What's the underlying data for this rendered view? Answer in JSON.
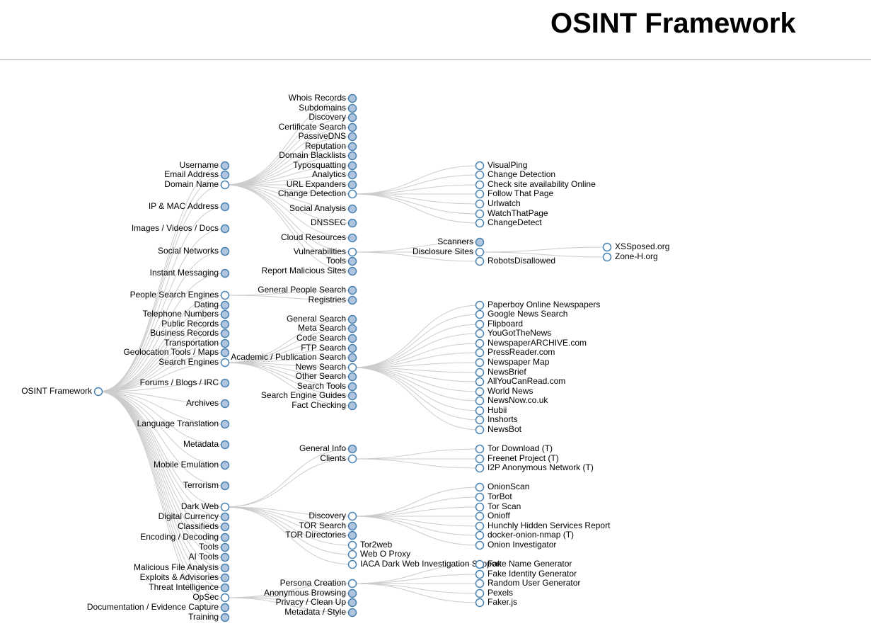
{
  "header": {
    "title": "OSINT Framework"
  },
  "colors": {
    "collapsed_fill": "#b0c4de",
    "expanded_fill": "#ffffff",
    "stroke": "#4682b4",
    "link": "#cccccc"
  },
  "tree": {
    "name": "OSINT Framework",
    "children": [
      {
        "name": "Username",
        "collapsed": true
      },
      {
        "name": "Email Address",
        "collapsed": true
      },
      {
        "name": "Domain Name",
        "children": [
          {
            "name": "Whois Records",
            "collapsed": true
          },
          {
            "name": "Subdomains",
            "collapsed": true
          },
          {
            "name": "Discovery",
            "collapsed": true
          },
          {
            "name": "Certificate Search",
            "collapsed": true
          },
          {
            "name": "PassiveDNS",
            "collapsed": true
          },
          {
            "name": "Reputation",
            "collapsed": true
          },
          {
            "name": "Domain Blacklists",
            "collapsed": true
          },
          {
            "name": "Typosquatting",
            "collapsed": true
          },
          {
            "name": "Analytics",
            "collapsed": true
          },
          {
            "name": "URL Expanders",
            "collapsed": true
          },
          {
            "name": "Change Detection",
            "children": [
              {
                "name": "VisualPing"
              },
              {
                "name": "Change Detection"
              },
              {
                "name": "Check site availability Online"
              },
              {
                "name": "Follow That Page"
              },
              {
                "name": "Urlwatch"
              },
              {
                "name": "WatchThatPage"
              },
              {
                "name": "ChangeDetect"
              }
            ]
          },
          {
            "name": "Social Analysis",
            "collapsed": true
          },
          {
            "name": "DNSSEC",
            "collapsed": true
          },
          {
            "name": "Cloud Resources",
            "collapsed": true
          },
          {
            "name": "Vulnerabilities",
            "children": [
              {
                "name": "Scanners",
                "collapsed": true
              },
              {
                "name": "Disclosure Sites",
                "children": [
                  {
                    "name": "XSSposed.org"
                  },
                  {
                    "name": "Zone-H.org"
                  }
                ]
              },
              {
                "name": "RobotsDisallowed"
              }
            ]
          },
          {
            "name": "Tools",
            "collapsed": true
          },
          {
            "name": "Report Malicious Sites",
            "collapsed": true
          }
        ]
      },
      {
        "name": "IP & MAC Address",
        "collapsed": true
      },
      {
        "name": "Images / Videos / Docs",
        "collapsed": true
      },
      {
        "name": "Social Networks",
        "collapsed": true
      },
      {
        "name": "Instant Messaging",
        "collapsed": true
      },
      {
        "name": "People Search Engines",
        "children": [
          {
            "name": "General People Search",
            "collapsed": true
          },
          {
            "name": "Registries",
            "collapsed": true
          }
        ]
      },
      {
        "name": "Dating",
        "collapsed": true
      },
      {
        "name": "Telephone Numbers",
        "collapsed": true
      },
      {
        "name": "Public Records",
        "collapsed": true
      },
      {
        "name": "Business Records",
        "collapsed": true
      },
      {
        "name": "Transportation",
        "collapsed": true
      },
      {
        "name": "Geolocation Tools / Maps",
        "collapsed": true
      },
      {
        "name": "Search Engines",
        "children": [
          {
            "name": "General Search",
            "collapsed": true
          },
          {
            "name": "Meta Search",
            "collapsed": true
          },
          {
            "name": "Code Search",
            "collapsed": true
          },
          {
            "name": "FTP Search",
            "collapsed": true
          },
          {
            "name": "Academic / Publication Search",
            "collapsed": true
          },
          {
            "name": "News Search",
            "children": [
              {
                "name": "Paperboy Online Newspapers"
              },
              {
                "name": "Google News Search"
              },
              {
                "name": "Flipboard"
              },
              {
                "name": "YouGotTheNews"
              },
              {
                "name": "NewspaperARCHIVE.com"
              },
              {
                "name": "PressReader.com"
              },
              {
                "name": "Newspaper Map"
              },
              {
                "name": "NewsBrief"
              },
              {
                "name": "AllYouCanRead.com"
              },
              {
                "name": "World News"
              },
              {
                "name": "NewsNow.co.uk"
              },
              {
                "name": "Hubii"
              },
              {
                "name": "Inshorts"
              },
              {
                "name": "NewsBot"
              }
            ]
          },
          {
            "name": "Other Search",
            "collapsed": true
          },
          {
            "name": "Search Tools",
            "collapsed": true
          },
          {
            "name": "Search Engine Guides",
            "collapsed": true
          },
          {
            "name": "Fact Checking",
            "collapsed": true
          }
        ]
      },
      {
        "name": "Forums / Blogs / IRC",
        "collapsed": true
      },
      {
        "name": "Archives",
        "collapsed": true
      },
      {
        "name": "Language Translation",
        "collapsed": true
      },
      {
        "name": "Metadata",
        "collapsed": true
      },
      {
        "name": "Mobile Emulation",
        "collapsed": true
      },
      {
        "name": "Terrorism",
        "collapsed": true
      },
      {
        "name": "Dark Web",
        "children": [
          {
            "name": "General Info",
            "collapsed": true
          },
          {
            "name": "Clients",
            "children": [
              {
                "name": "Tor Download (T)"
              },
              {
                "name": "Freenet Project (T)"
              },
              {
                "name": "I2P Anonymous Network (T)"
              }
            ]
          },
          {
            "name": "Discovery",
            "children": [
              {
                "name": "OnionScan"
              },
              {
                "name": "TorBot"
              },
              {
                "name": "Tor Scan"
              },
              {
                "name": "Onioff"
              },
              {
                "name": "Hunchly Hidden Services Report"
              },
              {
                "name": "docker-onion-nmap (T)"
              },
              {
                "name": "Onion Investigator"
              }
            ]
          },
          {
            "name": "TOR Search",
            "collapsed": true
          },
          {
            "name": "TOR Directories",
            "collapsed": true
          },
          {
            "name": "Tor2web"
          },
          {
            "name": "Web O Proxy"
          },
          {
            "name": "IACA Dark Web Investigation Support"
          }
        ]
      },
      {
        "name": "Digital Currency",
        "collapsed": true
      },
      {
        "name": "Classifieds",
        "collapsed": true
      },
      {
        "name": "Encoding / Decoding",
        "collapsed": true
      },
      {
        "name": "Tools",
        "collapsed": true
      },
      {
        "name": "AI Tools",
        "collapsed": true
      },
      {
        "name": "Malicious File Analysis",
        "collapsed": true
      },
      {
        "name": "Exploits & Advisories",
        "collapsed": true
      },
      {
        "name": "Threat Intelligence",
        "collapsed": true
      },
      {
        "name": "OpSec",
        "children": [
          {
            "name": "Persona Creation",
            "children": [
              {
                "name": "Fake Name Generator"
              },
              {
                "name": "Fake Identity Generator"
              },
              {
                "name": "Random User Generator"
              },
              {
                "name": "Pexels"
              },
              {
                "name": "Faker.js"
              }
            ]
          },
          {
            "name": "Anonymous Browsing",
            "collapsed": true
          },
          {
            "name": "Privacy / Clean Up",
            "collapsed": true
          },
          {
            "name": "Metadata / Style",
            "collapsed": true
          }
        ]
      },
      {
        "name": "Documentation / Evidence Capture",
        "collapsed": true
      },
      {
        "name": "Training",
        "collapsed": true
      }
    ]
  }
}
